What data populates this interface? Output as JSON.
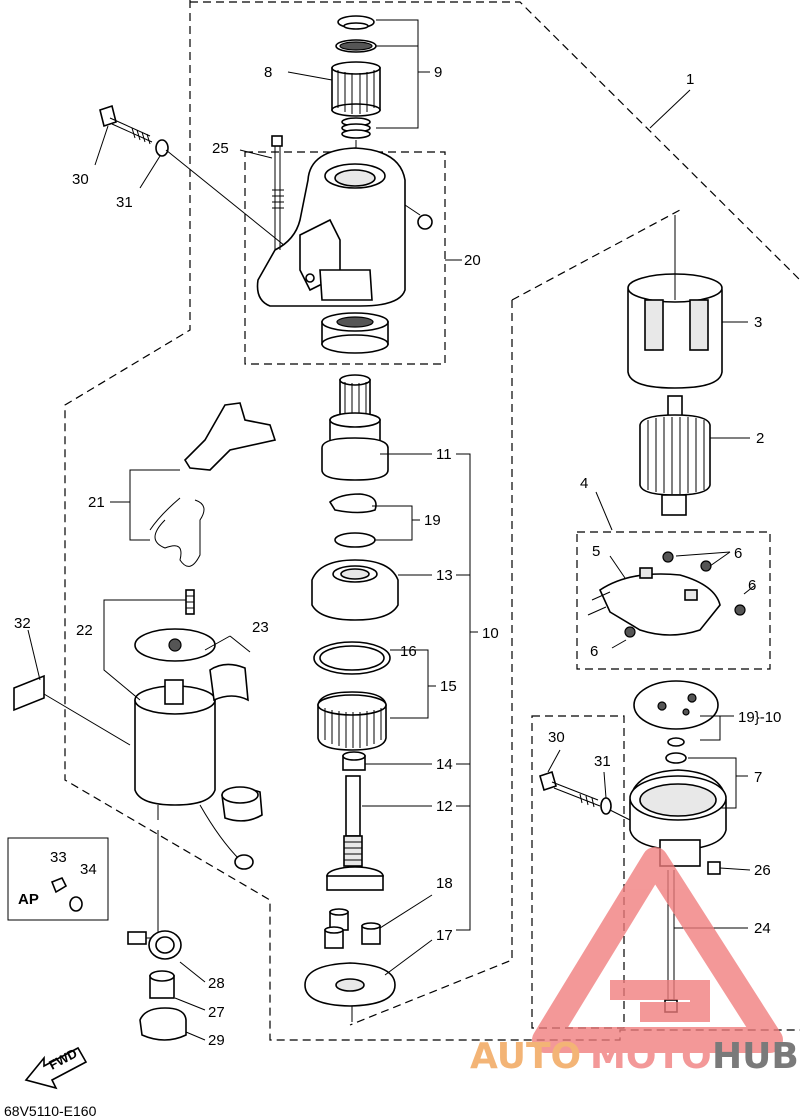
{
  "diagram_code": "68V5110-E160",
  "labels": {
    "l1": "1",
    "l2": "2",
    "l3": "3",
    "l4": "4",
    "l5": "5",
    "l6a": "6",
    "l6b": "6",
    "l6c": "6",
    "l7": "7",
    "l8": "8",
    "l9": "9",
    "l10": "10",
    "l11": "11",
    "l12": "12",
    "l13": "13",
    "l14": "14",
    "l15": "15",
    "l16": "16",
    "l17": "17",
    "l18": "18",
    "l19a": "19",
    "l19b": "19}-10",
    "l20": "20",
    "l21": "21",
    "l22": "22",
    "l23": "23",
    "l24": "24",
    "l25": "25",
    "l26": "26",
    "l27": "27",
    "l28": "28",
    "l29": "29",
    "l30a": "30",
    "l30b": "30",
    "l31a": "31",
    "l31b": "31",
    "l32": "32",
    "l33": "33",
    "l34": "34"
  },
  "ap_box_label": "AP",
  "fwd_label": "FWD",
  "watermark": {
    "auto": "AUTO",
    "moto": "MOTO",
    "hub": "HUB",
    "accent": "#f07c7c",
    "dark": "#444444"
  }
}
